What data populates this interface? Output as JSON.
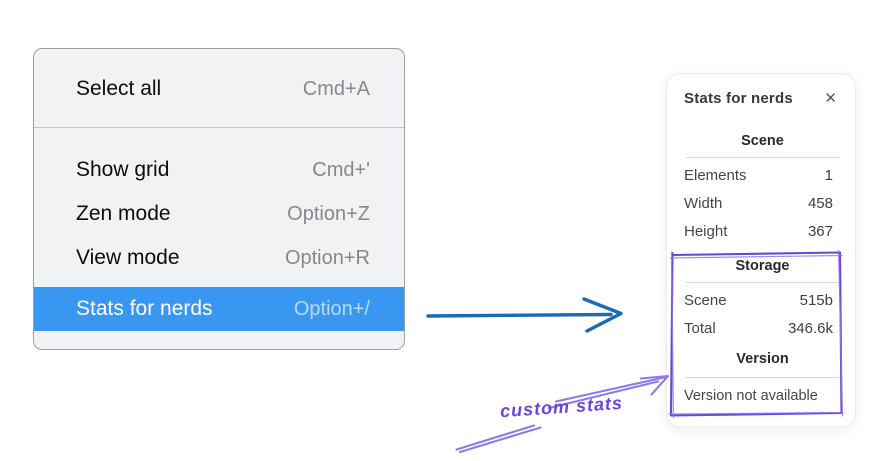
{
  "context_menu": {
    "items": [
      {
        "label": "Select all",
        "shortcut": "Cmd+A",
        "selected": false
      },
      {
        "label": "Show grid",
        "shortcut": "Cmd+'",
        "selected": false
      },
      {
        "label": "Zen mode",
        "shortcut": "Option+Z",
        "selected": false
      },
      {
        "label": "View mode",
        "shortcut": "Option+R",
        "selected": false
      },
      {
        "label": "Stats for nerds",
        "shortcut": "Option+/",
        "selected": true
      }
    ],
    "highlight_color": "#3898f1"
  },
  "stats_panel": {
    "title": "Stats for nerds",
    "close_icon": "✕",
    "sections": [
      {
        "heading": "Scene",
        "rows": [
          {
            "label": "Elements",
            "value": "1"
          },
          {
            "label": "Width",
            "value": "458"
          },
          {
            "label": "Height",
            "value": "367"
          }
        ]
      },
      {
        "heading": "Storage",
        "rows": [
          {
            "label": "Scene",
            "value": "515b"
          },
          {
            "label": "Total",
            "value": "346.6k"
          }
        ]
      },
      {
        "heading": "Version",
        "note": "Version not available"
      }
    ]
  },
  "annotation": {
    "label": "custom stats",
    "text_color": "#6b46d6",
    "arrow_color": "#8d7ae8",
    "box_color": "#6747d8"
  },
  "pointer_arrow": {
    "color": "#1e6ab0"
  }
}
